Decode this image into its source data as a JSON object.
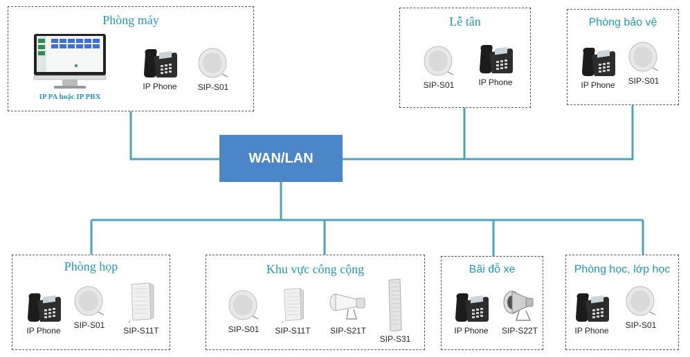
{
  "hub": {
    "label": "WAN/LAN"
  },
  "zones": [
    {
      "title": "Phòng máy",
      "devices": [
        {
          "type": "computer",
          "label": "IP PA hoặc IP PBX"
        },
        {
          "type": "phone",
          "label": "IP Phone"
        },
        {
          "type": "ceiling-speaker",
          "label": "SIP-S01"
        }
      ]
    },
    {
      "title": "Lễ tân",
      "devices": [
        {
          "type": "ceiling-speaker",
          "label": "SIP-S01"
        },
        {
          "type": "phone",
          "label": "IP Phone"
        }
      ]
    },
    {
      "title": "Phòng bảo vệ",
      "devices": [
        {
          "type": "phone",
          "label": "IP Phone"
        },
        {
          "type": "ceiling-speaker",
          "label": "SIP-S01"
        }
      ]
    },
    {
      "title": "Phòng họp",
      "devices": [
        {
          "type": "phone",
          "label": "IP Phone"
        },
        {
          "type": "ceiling-speaker",
          "label": "SIP-S01"
        },
        {
          "type": "wall-speaker",
          "label": "SIP-S11T"
        }
      ]
    },
    {
      "title": "Khu vực công cộng",
      "devices": [
        {
          "type": "ceiling-speaker",
          "label": "SIP-S01"
        },
        {
          "type": "wall-speaker",
          "label": "SIP-S11T"
        },
        {
          "type": "horn-speaker",
          "label": "SIP-S21T"
        },
        {
          "type": "column-speaker",
          "label": "SIP-S31"
        }
      ]
    },
    {
      "title": "Bãi đỗ xe",
      "devices": [
        {
          "type": "phone",
          "label": "IP Phone"
        },
        {
          "type": "horn-speaker",
          "label": "SIP-S22T"
        }
      ]
    },
    {
      "title": "Phòng học, lớp học",
      "devices": [
        {
          "type": "phone",
          "label": "IP Phone"
        },
        {
          "type": "ceiling-speaker",
          "label": "SIP-S01"
        }
      ]
    }
  ],
  "colors": {
    "hub": "#4a86c8",
    "wire": "#4aa3b8",
    "title": "#1e9ab5",
    "border": "#555555"
  }
}
